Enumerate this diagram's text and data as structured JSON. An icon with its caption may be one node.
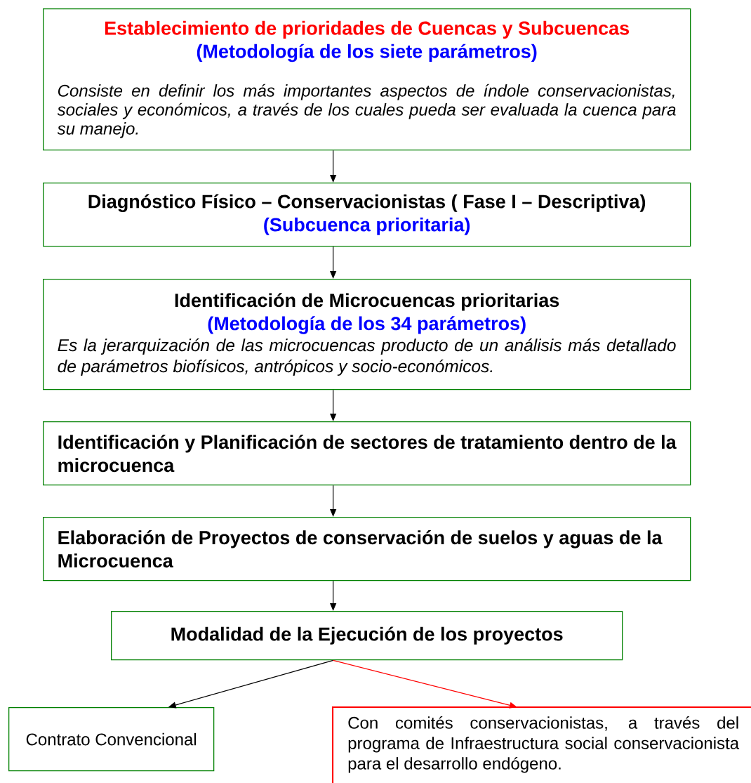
{
  "diagram": {
    "nodes": [
      {
        "text": [
          "Establecimiento de prioridades de Cuencas y Subcuencas",
          "(Metodología de los siete parámetros)",
          "Consiste en definir los más importantes aspectos de índole conservacionistas, sociales y económicos, a través de los cuales pueda ser evaluada la cuenca para su manejo."
        ]
      },
      {
        "text": [
          "Diagnóstico Físico – Conservacionistas ( Fase I – Descriptiva)",
          "(Subcuenca prioritaria)"
        ]
      },
      {
        "text": [
          "Identificación de Microcuencas prioritarias",
          "(Metodología de los 34 parámetros)",
          "Es la jerarquización de las microcuencas producto de un análisis más detallado de parámetros biofísicos, antrópicos y socio-económicos."
        ]
      },
      {
        "text": [
          "Identificación y Planificación de sectores de tratamiento dentro de la microcuenca"
        ]
      },
      {
        "text": [
          "Elaboración de Proyectos de conservación de suelos y aguas de la Microcuenca"
        ]
      },
      {
        "text": [
          "Modalidad de la Ejecución de los proyectos"
        ]
      },
      {
        "text": [
          "Contrato Convencional"
        ]
      },
      {
        "text": [
          "Con comités conservacionistas, a través del programa de Infraestructura social conservacionista para el desarrollo endógeno."
        ]
      }
    ],
    "edges": [
      {
        "from": 0,
        "to": 1,
        "arrow": "to"
      },
      {
        "from": 1,
        "to": 2,
        "arrow": "to"
      },
      {
        "from": 2,
        "to": 3,
        "arrow": "to"
      },
      {
        "from": 3,
        "to": 4,
        "arrow": "to"
      },
      {
        "from": 4,
        "to": 5,
        "arrow": "to"
      },
      {
        "from": 5,
        "to": 6,
        "arrow": "to"
      },
      {
        "from": 5,
        "to": 7,
        "arrow": "to",
        "color": "#ff0000"
      }
    ]
  }
}
